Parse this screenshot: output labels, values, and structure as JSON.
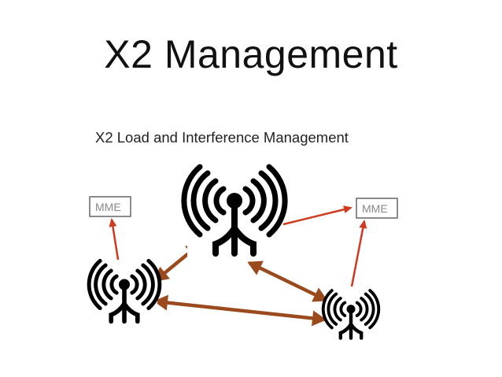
{
  "slide": {
    "title": "X2 Management",
    "subtitle": "X2 Load and Interference Management"
  },
  "diagram": {
    "nodes": [
      {
        "id": "enb-top",
        "type": "antenna-tower"
      },
      {
        "id": "enb-left",
        "type": "antenna-tower"
      },
      {
        "id": "enb-right",
        "type": "antenna-tower"
      },
      {
        "id": "mme-left",
        "type": "box",
        "label": "MME"
      },
      {
        "id": "mme-right",
        "type": "box",
        "label": "MME"
      }
    ],
    "links": [
      {
        "from": "enb-left",
        "to": "mme-left",
        "style": "red-arrow"
      },
      {
        "from": "enb-top",
        "to": "mme-right",
        "style": "red-arrow"
      },
      {
        "from": "enb-right",
        "to": "mme-right",
        "style": "red-arrow"
      },
      {
        "from": "enb-left",
        "to": "enb-top",
        "style": "brown-double-arrow"
      },
      {
        "from": "enb-top",
        "to": "enb-right",
        "style": "brown-double-arrow"
      },
      {
        "from": "enb-left",
        "to": "enb-right",
        "style": "brown-double-arrow"
      }
    ],
    "colors": {
      "s1_link": "#d03a1f",
      "x2_link": "#9a4a1c",
      "tower": "#000000",
      "mme_border": "#666666",
      "mme_text": "#888888"
    }
  }
}
